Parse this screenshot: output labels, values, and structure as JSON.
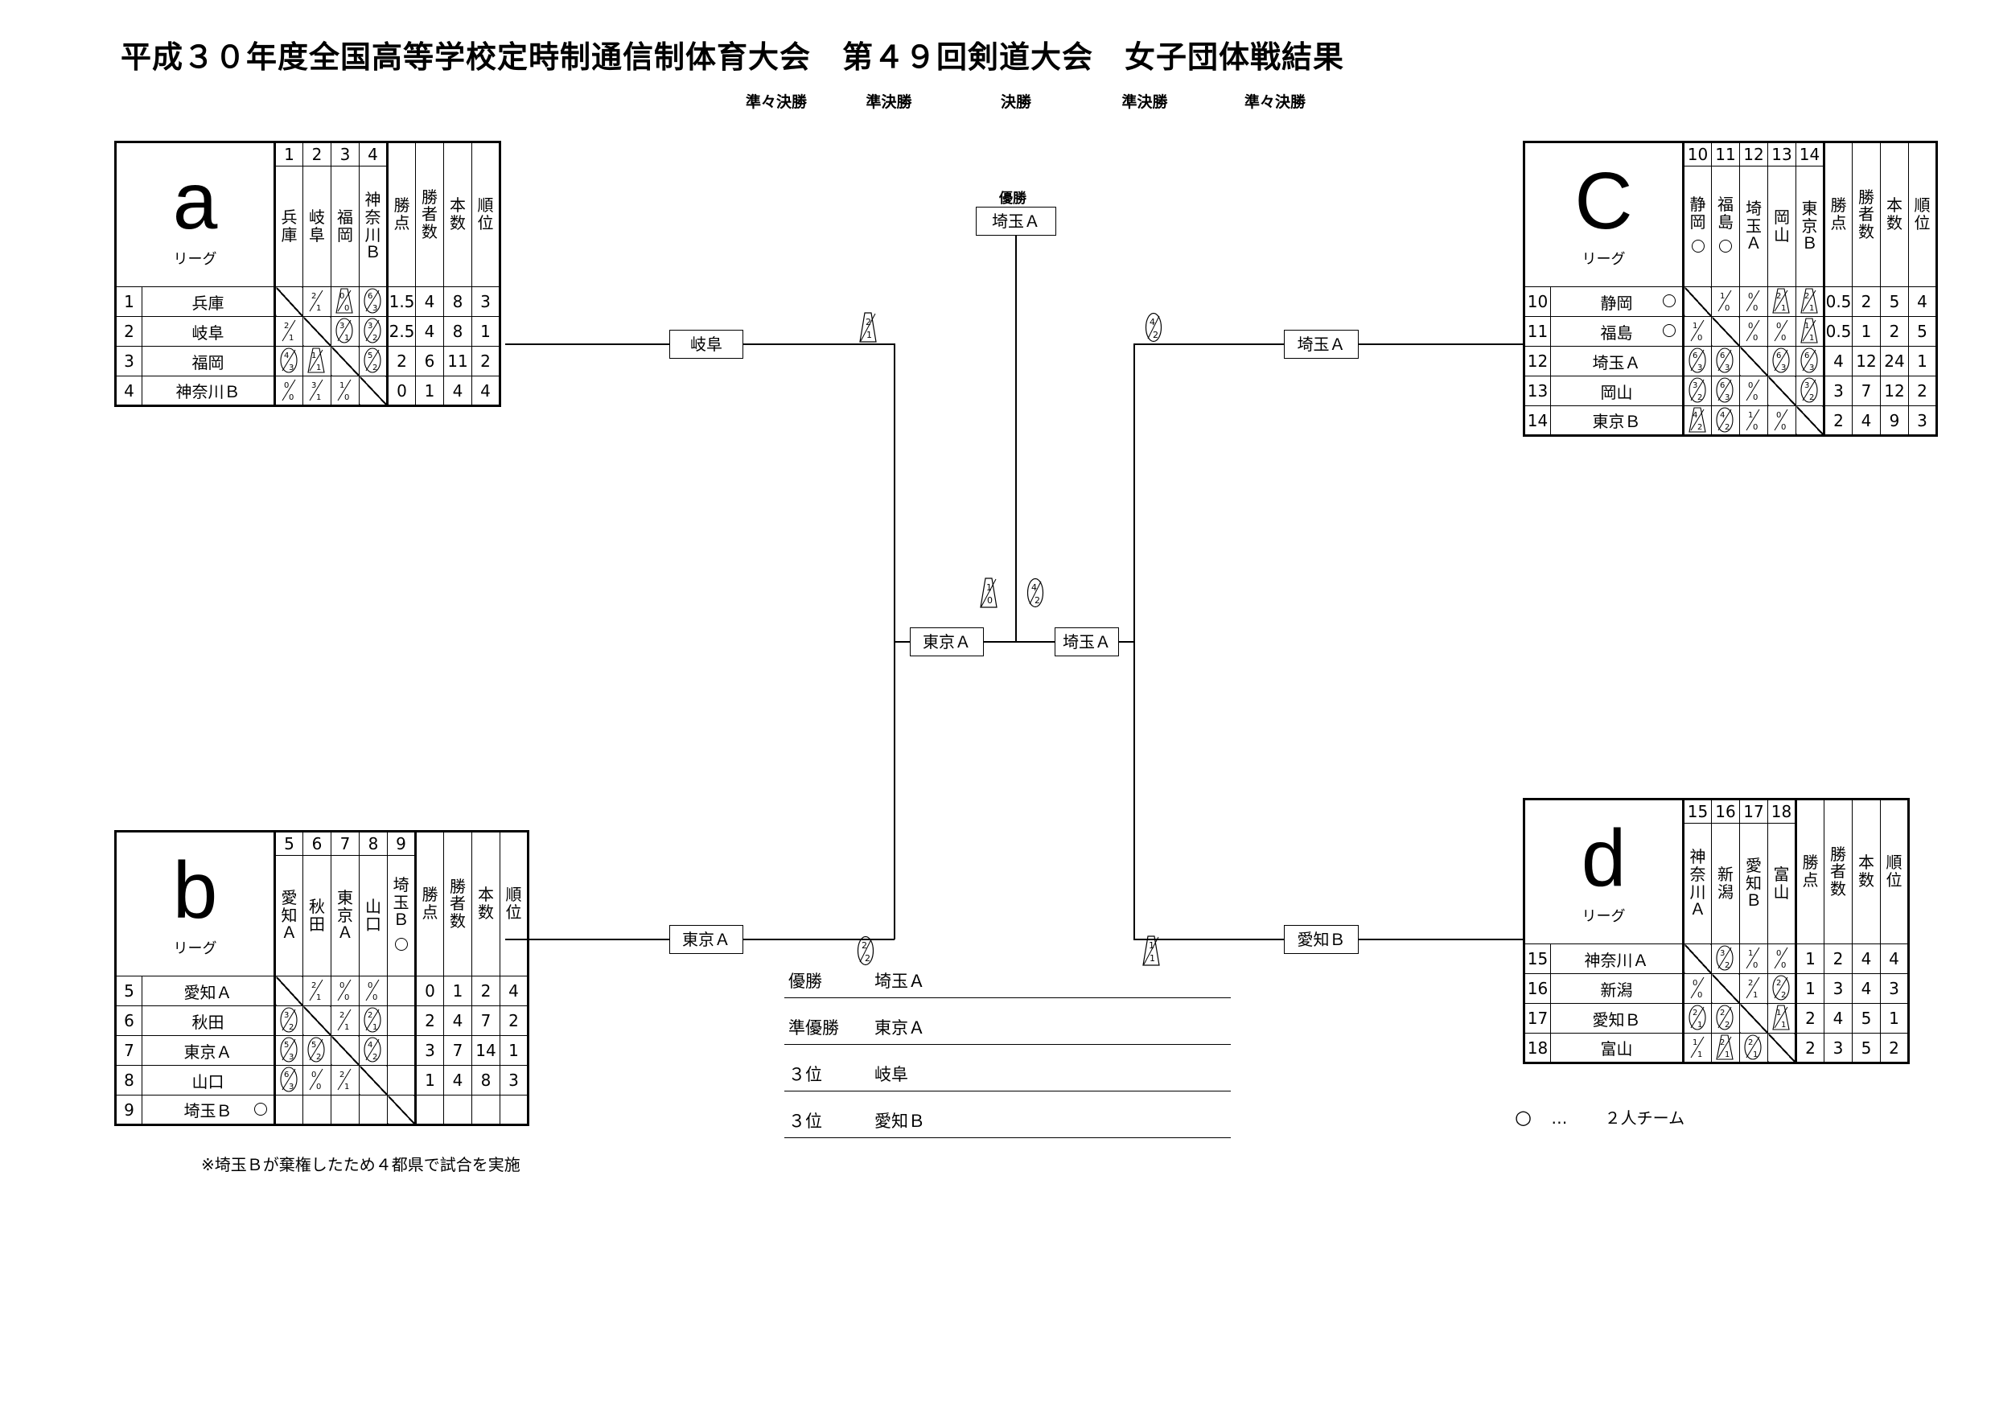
{
  "title": "平成３０年度全国高等学校定時制通信制体育大会　第４９回剣道大会　女子団体戦結果",
  "round_labels": {
    "left_qf": "準々決勝",
    "left_sf": "準決勝",
    "final": "決勝",
    "right_sf": "準決勝",
    "right_qf": "準々決勝"
  },
  "champion": {
    "label": "優勝",
    "team": "埼玉Ａ"
  },
  "bracket": {
    "league_a_winner": "岐阜",
    "league_b_winner": "東京Ａ",
    "league_c_winner": "埼玉Ａ",
    "league_d_winner": "愛知Ｂ",
    "left_finalist": "東京Ａ",
    "right_finalist": "埼玉Ａ"
  },
  "league_caption": "リーグ",
  "stat_headers": [
    "勝点",
    "勝者数",
    "本数",
    "順位"
  ],
  "leagues": {
    "a": {
      "letter": "a",
      "teams": [
        {
          "no": "1",
          "name": "兵庫",
          "vname": "兵庫",
          "pts": "1.5",
          "wins": "4",
          "bon": "8",
          "rank": "3",
          "two": false
        },
        {
          "no": "2",
          "name": "岐阜",
          "vname": "岐阜",
          "pts": "2.5",
          "wins": "4",
          "bon": "8",
          "rank": "1",
          "two": false
        },
        {
          "no": "3",
          "name": "福岡",
          "vname": "福岡",
          "pts": "2",
          "wins": "6",
          "bon": "11",
          "rank": "2",
          "two": false
        },
        {
          "no": "4",
          "name": "神奈川Ｂ",
          "vname": "神奈川Ｂ",
          "pts": "0",
          "wins": "1",
          "bon": "4",
          "rank": "4",
          "two": false
        }
      ]
    },
    "b": {
      "letter": "b",
      "teams": [
        {
          "no": "5",
          "name": "愛知Ａ",
          "vname": "愛知Ａ",
          "pts": "0",
          "wins": "1",
          "bon": "2",
          "rank": "4",
          "two": false
        },
        {
          "no": "6",
          "name": "秋田",
          "vname": "秋田",
          "pts": "2",
          "wins": "4",
          "bon": "7",
          "rank": "2",
          "two": false
        },
        {
          "no": "7",
          "name": "東京Ａ",
          "vname": "東京Ａ",
          "pts": "3",
          "wins": "7",
          "bon": "14",
          "rank": "1",
          "two": false
        },
        {
          "no": "8",
          "name": "山口",
          "vname": "山口",
          "pts": "1",
          "wins": "4",
          "bon": "8",
          "rank": "3",
          "two": false
        },
        {
          "no": "9",
          "name": "埼玉Ｂ",
          "vname": "埼玉Ｂ",
          "pts": "",
          "wins": "",
          "bon": "",
          "rank": "",
          "two": true
        }
      ]
    },
    "c": {
      "letter": "C",
      "teams": [
        {
          "no": "10",
          "name": "静岡",
          "vname": "静岡",
          "pts": "0.5",
          "wins": "2",
          "bon": "5",
          "rank": "4",
          "two": true
        },
        {
          "no": "11",
          "name": "福島",
          "vname": "福島",
          "pts": "0.5",
          "wins": "1",
          "bon": "2",
          "rank": "5",
          "two": true
        },
        {
          "no": "12",
          "name": "埼玉Ａ",
          "vname": "埼玉Ａ",
          "pts": "4",
          "wins": "12",
          "bon": "24",
          "rank": "1",
          "two": false
        },
        {
          "no": "13",
          "name": "岡山",
          "vname": "岡山",
          "pts": "3",
          "wins": "7",
          "bon": "12",
          "rank": "2",
          "two": false
        },
        {
          "no": "14",
          "name": "東京Ｂ",
          "vname": "東京Ｂ",
          "pts": "2",
          "wins": "4",
          "bon": "9",
          "rank": "3",
          "two": false
        }
      ]
    },
    "d": {
      "letter": "d",
      "teams": [
        {
          "no": "15",
          "name": "神奈川Ａ",
          "vname": "神奈川Ａ",
          "pts": "1",
          "wins": "2",
          "bon": "4",
          "rank": "4",
          "two": false
        },
        {
          "no": "16",
          "name": "新潟",
          "vname": "新潟",
          "pts": "1",
          "wins": "3",
          "bon": "4",
          "rank": "3",
          "two": false
        },
        {
          "no": "17",
          "name": "愛知Ｂ",
          "vname": "愛知Ｂ",
          "pts": "2",
          "wins": "4",
          "bon": "5",
          "rank": "1",
          "two": false
        },
        {
          "no": "18",
          "name": "富山",
          "vname": "富山",
          "pts": "2",
          "wins": "3",
          "bon": "5",
          "rank": "2",
          "two": false
        }
      ]
    }
  },
  "results": [
    {
      "place": "優勝",
      "team": "埼玉Ａ"
    },
    {
      "place": "準優勝",
      "team": "東京Ａ"
    },
    {
      "place": "３位",
      "team": "岐阜"
    },
    {
      "place": "３位",
      "team": "愛知Ｂ"
    }
  ],
  "note": "※埼玉Ｂが棄権したため４都県で試合を実施",
  "legend": {
    "symbol": "○",
    "dots": "…",
    "text": "２人チーム"
  }
}
